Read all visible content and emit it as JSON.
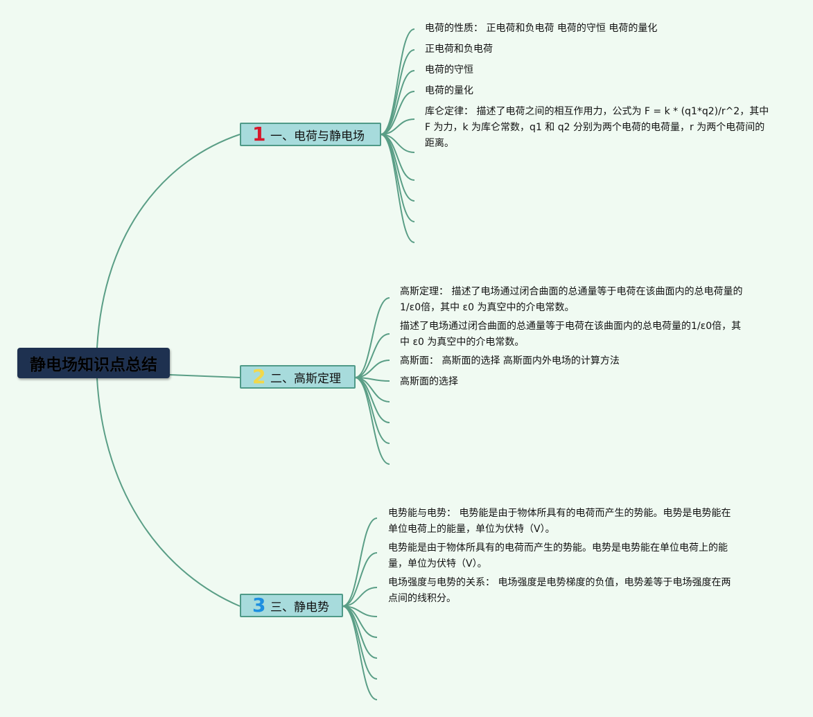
{
  "root": {
    "title": "静电场知识点总结"
  },
  "branches": [
    {
      "number": "1",
      "number_color": "#d6182b",
      "title": "一、电荷与静电场",
      "leaves": [
        "电荷的性质： 正电荷和负电荷 电荷的守恒 电荷的量化",
        "正电荷和负电荷",
        "电荷的守恒",
        "电荷的量化",
        "库仑定律： 描述了电荷之间的相互作用力，公式为 F = k * (q1*q2)/r^2，其中 F 为力，k 为库仑常数，q1 和 q2 分别为两个电荷的电荷量，r 为两个电荷间的距离。"
      ]
    },
    {
      "number": "2",
      "number_color": "#f2d84a",
      "title": "二、高斯定理",
      "leaves": [
        "高斯定理： 描述了电场通过闭合曲面的总通量等于电荷在该曲面内的总电荷量的1/ε0倍，其中 ε0 为真空中的介电常数。",
        "描述了电场通过闭合曲面的总通量等于电荷在该曲面内的总电荷量的1/ε0倍，其中 ε0 为真空中的介电常数。",
        "高斯面： 高斯面的选择 高斯面内外电场的计算方法",
        "高斯面的选择"
      ]
    },
    {
      "number": "3",
      "number_color": "#1d8fe0",
      "title": "三、静电势",
      "leaves": [
        "电势能与电势： 电势能是由于物体所具有的电荷而产生的势能。电势是电势能在单位电荷上的能量，单位为伏特（V）。",
        "电势能是由于物体所具有的电荷而产生的势能。电势是电势能在单位电荷上的能量，单位为伏特（V）。",
        "电场强度与电势的关系： 电场强度是电势梯度的负值，电势差等于电场强度在两点间的线积分。"
      ]
    }
  ],
  "colors": {
    "line": "#5a9e86",
    "root_bg": "#1e3150",
    "branch_bg": "#a7dbdc"
  }
}
